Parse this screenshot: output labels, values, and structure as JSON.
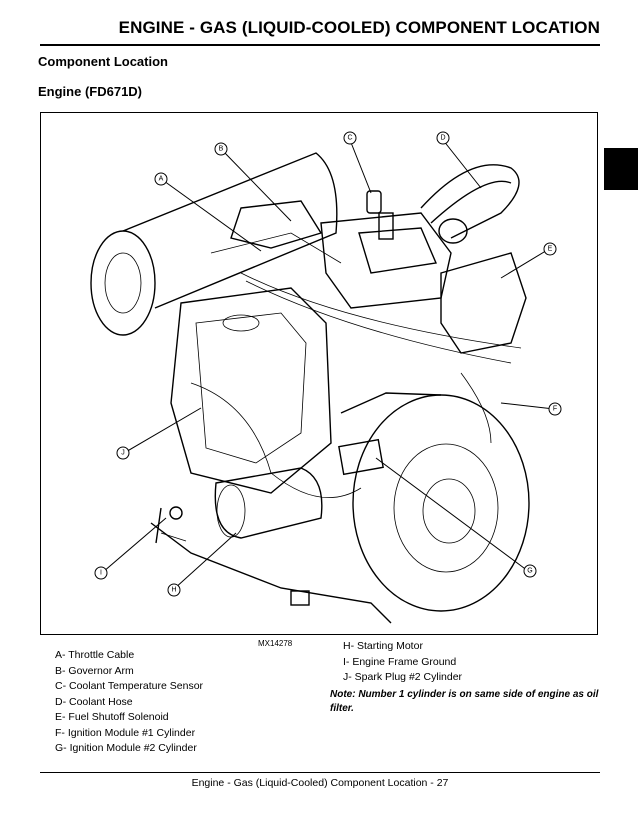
{
  "header": {
    "title": "ENGINE - GAS (LIQUID-COOLED)   COMPONENT LOCATION"
  },
  "section_title": "Component Location",
  "subsection_title": "Engine (FD671D)",
  "figure": {
    "id": "MX14278",
    "callouts": [
      "A",
      "B",
      "C",
      "D",
      "E",
      "F",
      "G",
      "H",
      "I",
      "J"
    ]
  },
  "legend": {
    "left": [
      "A- Throttle Cable",
      "B- Governor Arm",
      "C- Coolant Temperature Sensor",
      "D- Coolant Hose",
      "E- Fuel Shutoff Solenoid",
      "F- Ignition Module #1 Cylinder",
      "G- Ignition Module #2 Cylinder"
    ],
    "right": [
      "H- Starting Motor",
      "I- Engine Frame Ground",
      "J- Spark Plug #2 Cylinder"
    ]
  },
  "note": "Note: Number 1 cylinder is on same side of engine as oil filter.",
  "footer": {
    "text": "Engine - Gas (Liquid-Cooled)   Component Location  - 27"
  }
}
